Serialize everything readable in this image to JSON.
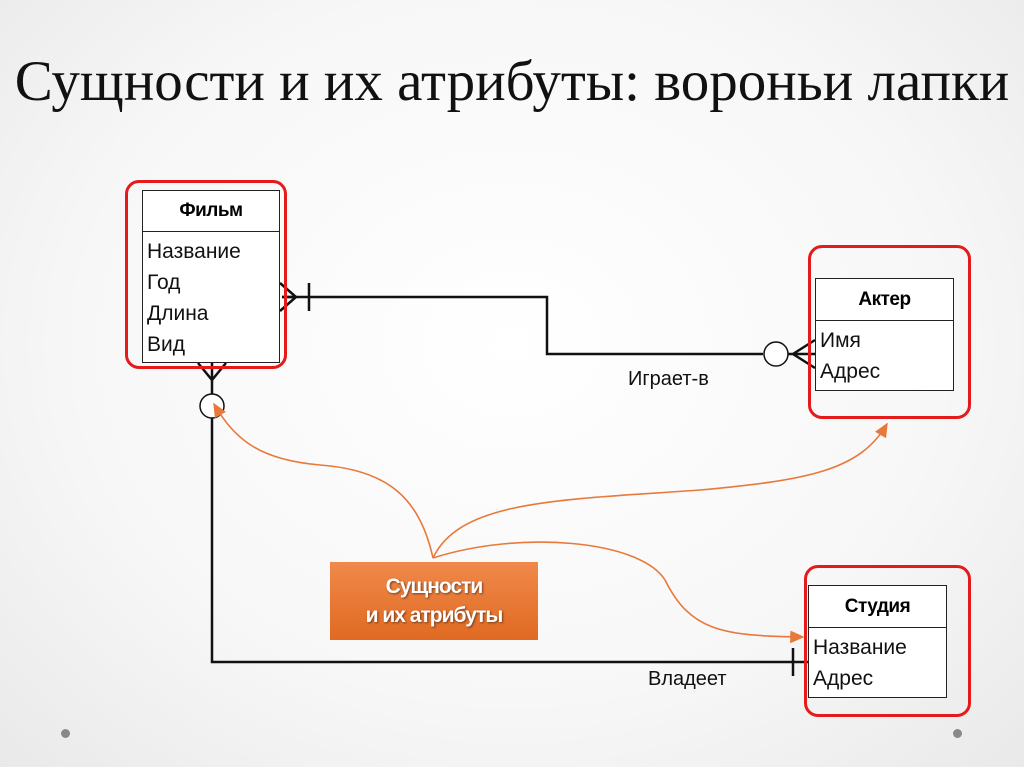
{
  "title": "Сущности и их атрибуты: вороньи лапки",
  "entities": {
    "film": {
      "name": "Фильм",
      "attributes": [
        "Название",
        "Год",
        "Длина",
        "Вид"
      ]
    },
    "actor": {
      "name": "Актер",
      "attributes": [
        "Имя",
        "Адрес"
      ]
    },
    "studio": {
      "name": "Студия",
      "attributes": [
        "Название",
        "Адрес"
      ]
    }
  },
  "relationships": {
    "plays_in": "Играет-в",
    "owns": "Владеет"
  },
  "callout": {
    "line1": "Сущности",
    "line2": "и их атрибуты"
  },
  "colors": {
    "highlight": "#e51b1b",
    "callout": "#e8793a"
  }
}
